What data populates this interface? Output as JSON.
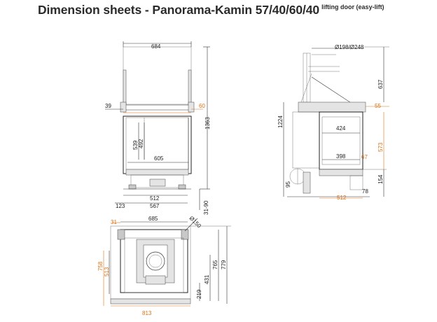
{
  "title": {
    "main": "Dimension sheets - Panorama-Kamin 57/40/60/40",
    "sub": "lifting door (easy-lift)"
  },
  "colors": {
    "accent_dimension": "#d8731a",
    "line": "#333333"
  },
  "front_view": {
    "dims": {
      "top_width": "684",
      "left_offset": "39",
      "right_offset": "60",
      "total_height": "1363",
      "inner_height_a": "539",
      "inner_height_b": "492",
      "inner_width": "605",
      "base_width_a": "512",
      "base_width_b": "567",
      "base_left": "123",
      "feet": "31-90"
    }
  },
  "side_view": {
    "dims": {
      "flue": "Ø198/Ø248",
      "top_height": "637",
      "collar": "55",
      "total_height": "1224",
      "glass_width_top": "424",
      "glass_width_bottom": "398",
      "glass_height": "573",
      "small_right": "67",
      "base_height": "154",
      "air_inlet": "95",
      "foot_offset": "78",
      "base_depth": "512"
    }
  },
  "plan_view": {
    "dims": {
      "corner": "31",
      "width": "685",
      "air_duct": "Ø150",
      "depth_a": "758",
      "depth_b": "513",
      "depth_c": "765",
      "depth_d": "779",
      "inner_a": "431",
      "inner_b": "219",
      "total_width": "813"
    }
  }
}
